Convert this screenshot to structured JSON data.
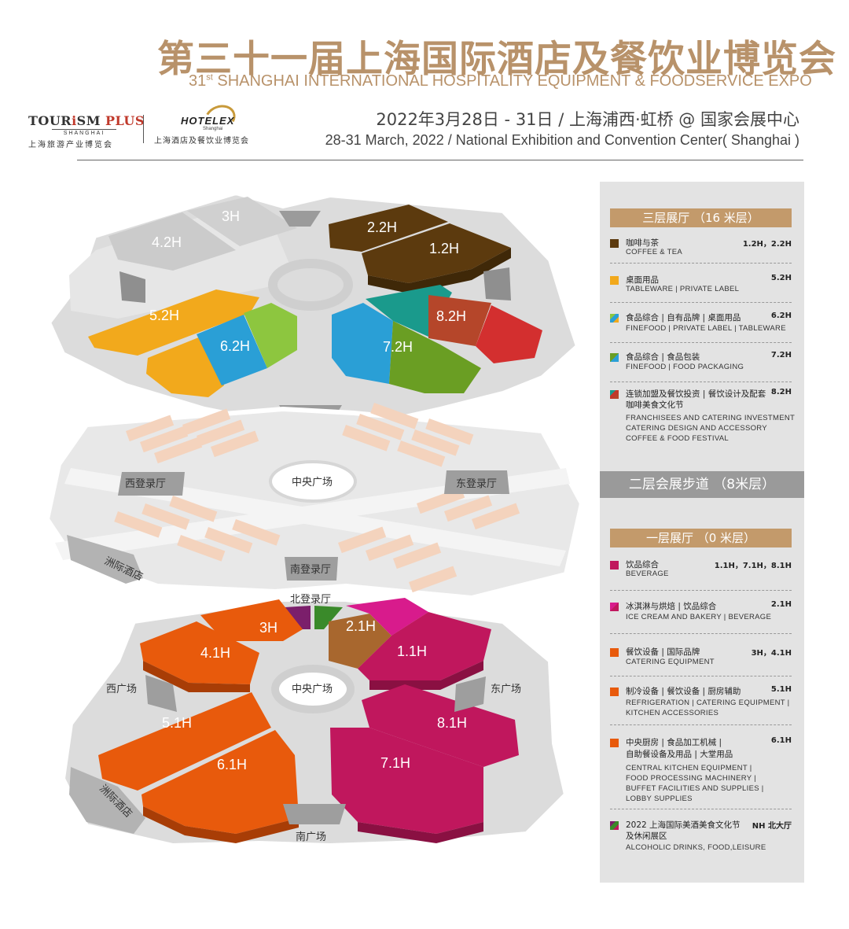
{
  "header": {
    "title_cn": "第三十一届上海国际酒店及餐饮业博览会",
    "title_en_num": "31",
    "title_en_sup": "st",
    "title_en_rest": " SHANGHAI INTERNATIONAL HOSPITALITY EQUIPMENT & FOODSERVICE EXPO",
    "date_cn": "2022年3月28日 - 31日 / 上海浦西·虹桥 @ 国家会展中心",
    "date_en": "28-31 March, 2022 / National Exhibition and Convention Center( Shanghai )"
  },
  "logos": {
    "tourism_a": "TOUR",
    "tourism_i": "i",
    "tourism_b": "SM ",
    "tourism_plus": "PLUS",
    "tourism_sub": "SHANGHAI",
    "tourism_cn": "上海旅游产业博览会",
    "hotelex_name": "HOTELEX",
    "hotelex_sub": "Shanghai",
    "hotelex_cn": "上海酒店及餐饮业博览会"
  },
  "map": {
    "upper_halls": {
      "h3": "3H",
      "h42": "4.2H",
      "h22": "2.2H",
      "h12": "1.2H",
      "h52": "5.2H",
      "h62": "6.2H",
      "h82": "8.2H",
      "h72": "7.2H"
    },
    "lower_halls": {
      "h3": "3H",
      "h41": "4.1H",
      "h21": "2.1H",
      "h11": "1.1H",
      "h51": "5.1H",
      "h61": "6.1H",
      "h81": "8.1H",
      "h71": "7.1H"
    },
    "labels": {
      "west_reg": "西登录厅",
      "east_reg": "东登录厅",
      "central_mid": "中央广场",
      "south_reg": "南登录厅",
      "north_reg": "北登录厅",
      "central_low": "中央广场",
      "west_plaza": "西广场",
      "east_plaza": "东广场",
      "south_plaza": "南广场",
      "hotel_mid": "洲际酒店",
      "hotel_low": "洲际酒店"
    }
  },
  "legend": {
    "sections": {
      "third": "三层展厅 （16 米层）",
      "second": "二层会展步道 （8米层）",
      "first": "一层展厅 （0 米层）"
    },
    "items": [
      {
        "cn": "咖啡与茶",
        "en": [
          "COFFEE & TEA"
        ],
        "hall": "1.2H，2.2H",
        "colors": [
          "#5c3a0e"
        ]
      },
      {
        "cn": "桌面用品",
        "en": [
          "TABLEWARE | PRIVATE LABEL"
        ],
        "hall": "5.2H",
        "colors": [
          "#f2a91c"
        ]
      },
      {
        "cn": "食品综合 | 自有品牌 | 桌面用品",
        "en": [
          "FINEFOOD | PRIVATE LABEL | TABLEWARE"
        ],
        "hall": "6.2H",
        "colors": [
          "#8dc63f",
          "#2a9fd6",
          "#f2a91c"
        ]
      },
      {
        "cn": "食品综合 | 食品包装",
        "en": [
          " FINEFOOD | FOOD PACKAGING"
        ],
        "hall": "7.2H",
        "colors": [
          "#6a9e23",
          "#2a9fd6"
        ]
      },
      {
        "cn": "连锁加盟及餐饮投资 | 餐饮设计及配套",
        "cn2": "咖啡美食文化节",
        "en": [
          "FRANCHISEES AND CATERING INVESTMENT",
          "CATERING DESIGN AND ACCESSORY",
          "COFFEE & FOOD FESTIVAL"
        ],
        "hall": "8.2H",
        "colors": [
          "#1a9a8c",
          "#c0392b",
          "#b5462a"
        ]
      },
      {
        "cn": "饮品综合",
        "en": [
          "BEVERAGE"
        ],
        "hall": "1.1H，7.1H，8.1H",
        "colors": [
          "#c0175d"
        ]
      },
      {
        "cn": "冰淇淋与烘焙 | 饮品综合",
        "en": [
          " ICE CREAM AND BAKERY  |  BEVERAGE"
        ],
        "hall": "2.1H",
        "colors": [
          "#d81b8c",
          "#c0175d"
        ]
      },
      {
        "cn": "餐饮设备 | 国际品牌",
        "en": [
          "CATERING EQUIPMENT"
        ],
        "hall": "3H，4.1H",
        "colors": [
          "#e85a0c"
        ]
      },
      {
        "cn": "制冷设备 | 餐饮设备 | 厨房辅助",
        "en": [
          "REFRIGERATION | CATERING EQUIPMENT |",
          "KITCHEN ACCESSORIES"
        ],
        "hall": "5.1H",
        "colors": [
          "#e85a0c"
        ]
      },
      {
        "cn": "中央厨房 | 食品加工机械 |",
        "cn2": "自助餐设备及用品 | 大堂用品",
        "en": [
          "CENTRAL KITCHEN EQUIPMENT  |",
          "FOOD PROCESSING MACHINERY  |",
          "BUFFET FACILITIES AND SUPPLIES  |",
          "LOBBY SUPPLIES"
        ],
        "hall": "6.1H",
        "colors": [
          "#e85a0c"
        ]
      },
      {
        "cn": "2022 上海国际美酒美食文化节",
        "cn2": "及休闲展区",
        "en": [
          "ALCOHOLIC DRINKS, FOOD,LEISURE"
        ],
        "hall": "NH 北大厅",
        "colors": [
          "#7b1f6b",
          "#3a8a2a",
          "#c0175d"
        ]
      }
    ]
  },
  "colors": {
    "coffee": "#5c3a0e",
    "tableware": "#f2a91c",
    "finefood_green": "#8dc63f",
    "blue": "#2a9fd6",
    "green": "#6a9e23",
    "teal": "#1a9a8c",
    "red": "#c0392b",
    "beverage": "#c0175d",
    "icecream": "#d81b8c",
    "catering": "#e85a0c",
    "brown_21": "#a8672e",
    "gold": "#b8926a"
  }
}
